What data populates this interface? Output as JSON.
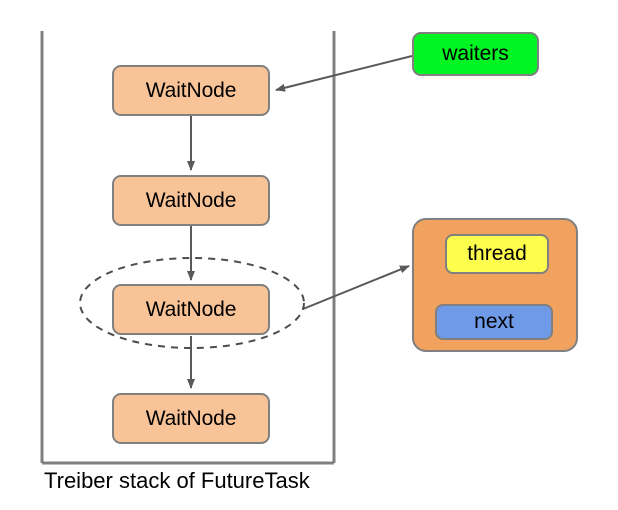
{
  "diagram": {
    "caption": "Treiber stack of FutureTask",
    "colors": {
      "node_fill": "#f8c396",
      "node_stroke": "#808080",
      "waiters_fill": "#00f522",
      "detail_fill": "#f0a25e",
      "thread_fill": "#fdfd4d",
      "next_fill": "#6f9ae8",
      "line": "#595959",
      "background": "#ffffff"
    },
    "stack": {
      "container_label": "treiber-stack-container",
      "nodes": [
        {
          "label": "WaitNode"
        },
        {
          "label": "WaitNode"
        },
        {
          "label": "WaitNode"
        },
        {
          "label": "WaitNode"
        }
      ]
    },
    "pointer": {
      "label": "waiters"
    },
    "detail": {
      "fields": [
        {
          "label": "thread"
        },
        {
          "label": "next"
        }
      ]
    },
    "highlight": {
      "shape": "dashed-ellipse",
      "target_node_index": 2
    },
    "connectors": [
      {
        "name": "waiters-to-head",
        "from": "waiters",
        "to": "node-0"
      },
      {
        "name": "node-0-to-node-1",
        "from": "node-0",
        "to": "node-1"
      },
      {
        "name": "node-1-to-node-2",
        "from": "node-1",
        "to": "node-2"
      },
      {
        "name": "node-2-to-node-3",
        "from": "node-2",
        "to": "node-3"
      },
      {
        "name": "highlight-to-detail",
        "from": "highlight-ellipse",
        "to": "detail-box"
      }
    ]
  }
}
